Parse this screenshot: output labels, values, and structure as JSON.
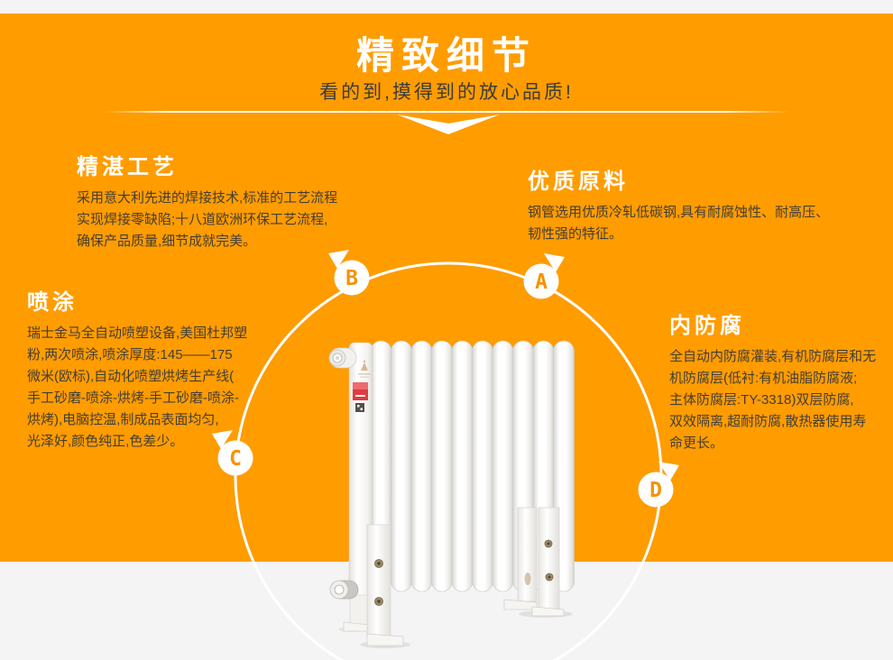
{
  "colors": {
    "orange_background": "#FF9C00",
    "light_strip": "#F4F4F4",
    "heading_text": "#FFFFFF",
    "body_text": "#443E35",
    "badge_letter": "#F59300",
    "sticker_red": "#DD3C41"
  },
  "header": {
    "title": "精致细节",
    "subtitle": "看的到,摸得到的放心品质!"
  },
  "features": [
    {
      "key": "craftsmanship",
      "title": "精湛工艺",
      "body": "采用意大利先进的焊接技术,标准的工艺流程\n实现焊接零缺陷;十八道欧洲环保工艺流程,\n确保产品质量,细节成就完美。"
    },
    {
      "key": "materials",
      "title": "优质原料",
      "body": "钢管选用优质冷轧低碳钢,具有耐腐蚀性、耐高压、\n韧性强的特征。"
    },
    {
      "key": "spray-coating",
      "title": "喷涂",
      "body": "瑞士金马全自动喷塑设备,美国杜邦塑\n粉,两次喷涂,喷涂厚度:145——175\n微米(欧标),自动化喷塑烘烤生产线(\n手工砂磨-喷涂-烘烤-手工砂磨-喷涂-\n烘烤),电脑控温,制成品表面均匀,\n光泽好,颜色纯正,色差少。"
    },
    {
      "key": "internal-anticorrosion",
      "title": "内防腐",
      "body": "全自动内防腐灌装,有机防腐层和无\n机防腐层(低衬:有机油脂防腐液;\n主体防腐层:TY-3318)双层防腐,\n双效隔离,超耐防腐,散热器使用寿\n命更长。"
    }
  ],
  "markers": [
    {
      "letter": "A"
    },
    {
      "letter": "B"
    },
    {
      "letter": "C"
    },
    {
      "letter": "D"
    }
  ]
}
